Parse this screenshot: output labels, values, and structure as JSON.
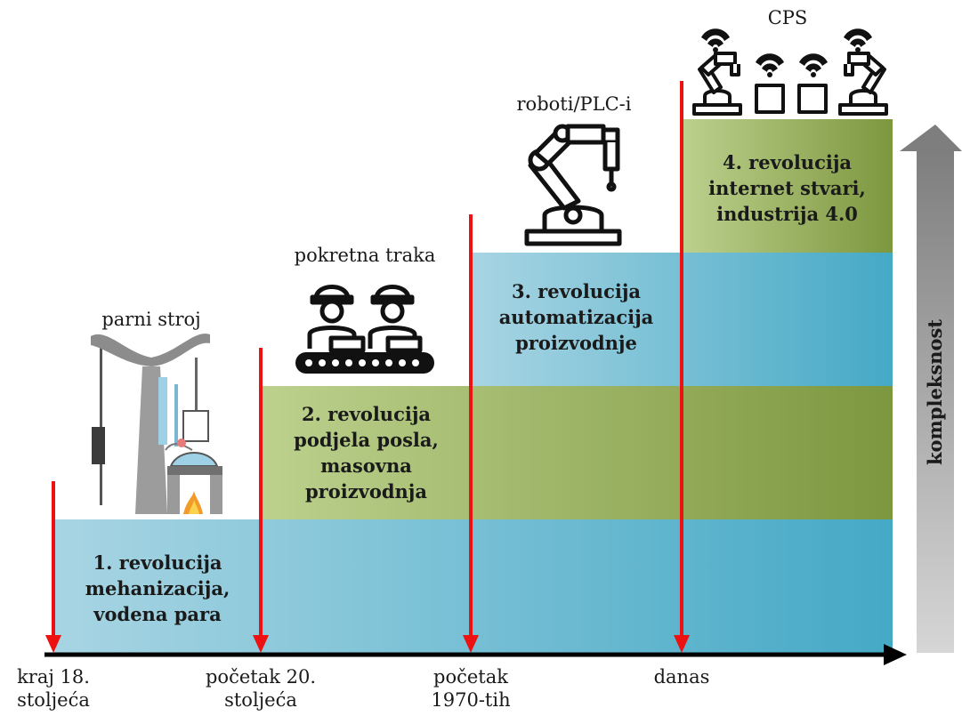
{
  "title": "",
  "colors": {
    "blue_dark": "#45a9c6",
    "blue_light": "#a8d5e3",
    "green_dark": "#7d973f",
    "green_light": "#bcd18d",
    "red": "#ee1111",
    "axis": "#000000",
    "arrow_light": "#d2d2d2",
    "arrow_dark": "#808080"
  },
  "stages": [
    {
      "lines": [
        "1. revolucija",
        "mehanizacija,",
        "vodena para"
      ],
      "icon_label": "parni stroj",
      "icon": "steam-engine-icon"
    },
    {
      "lines": [
        "2. revolucija",
        "podjela posla,",
        "masovna",
        "proizvodnja"
      ],
      "icon_label": "pokretna traka",
      "icon": "assembly-line-workers-icon"
    },
    {
      "lines": [
        "3. revolucija",
        "automatizacija",
        "proizvodnje"
      ],
      "icon_label": "roboti/PLC-i",
      "icon": "robot-arm-icon"
    },
    {
      "lines": [
        "4. revolucija",
        "internet stvari,",
        "industrija 4.0"
      ],
      "icon_label": "CPS",
      "icon": "cps-robots-icon"
    }
  ],
  "timeline": [
    {
      "lines": [
        "kraj 18.",
        "stoljeća"
      ]
    },
    {
      "lines": [
        "početak 20.",
        "stoljeća"
      ]
    },
    {
      "lines": [
        "početak",
        "1970-tih"
      ]
    },
    {
      "lines": [
        "danas"
      ]
    }
  ],
  "complexity_arrow": {
    "label": "kompleksnost"
  }
}
